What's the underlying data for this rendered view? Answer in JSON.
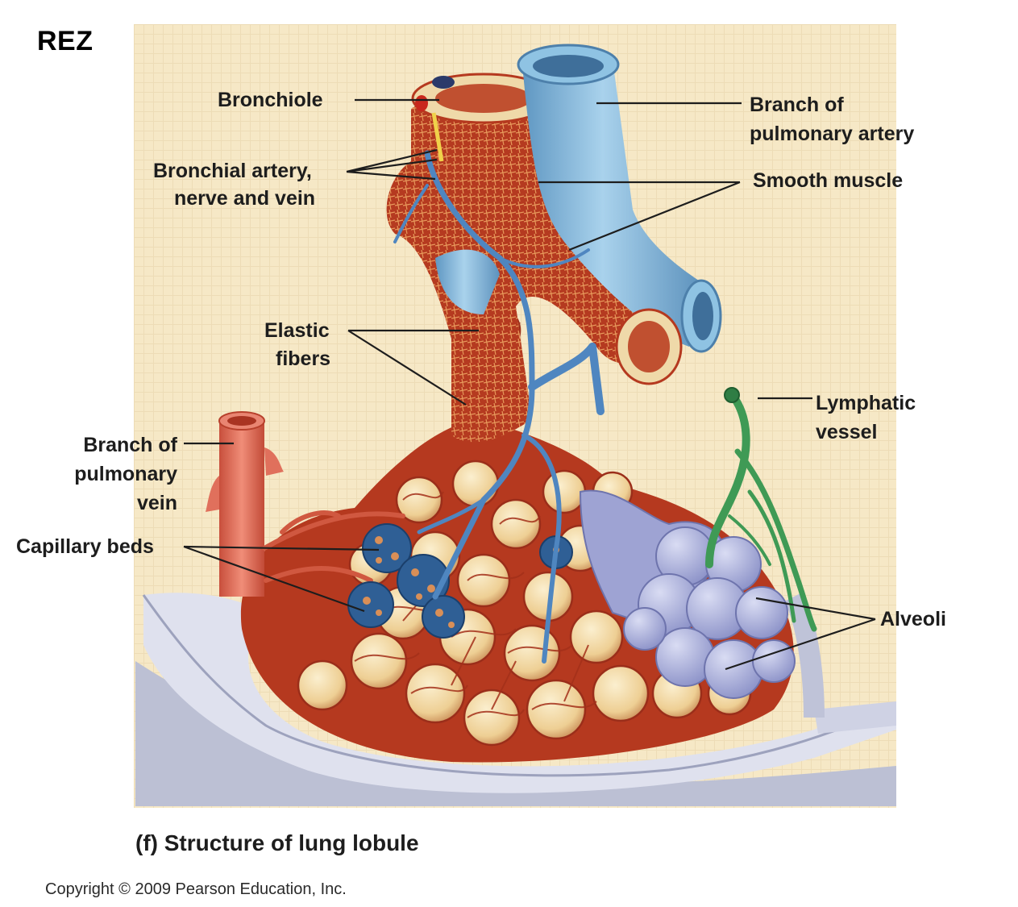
{
  "corner_label": "REZ",
  "labels": {
    "bronchiole": "Bronchiole",
    "branch_pulmonary_artery_1": "Branch of",
    "branch_pulmonary_artery_2": "pulmonary artery",
    "bronchial_artery_1": "Bronchial artery,",
    "bronchial_artery_2": "nerve and vein",
    "smooth_muscle": "Smooth muscle",
    "elastic_fibers_1": "Elastic",
    "elastic_fibers_2": "fibers",
    "lymphatic_vessel_1": "Lymphatic",
    "lymphatic_vessel_2": "vessel",
    "branch_pulmonary_vein_1": "Branch of",
    "branch_pulmonary_vein_2": "pulmonary",
    "branch_pulmonary_vein_3": "vein",
    "capillary_beds": "Capillary beds",
    "alveoli": "Alveoli"
  },
  "caption": "(f) Structure of lung lobule",
  "copyright": "Copyright © 2009 Pearson Education, Inc.",
  "colors": {
    "background_grid": "#f6e8c6",
    "tissue_red": "#b5391f",
    "alveolus_tan": "#f1d9a4",
    "artery_blue": "#7fb4d6",
    "vein_red": "#e0705c",
    "alveoli_purple": "#aeb3dc",
    "lymph_green": "#3f9a55"
  }
}
